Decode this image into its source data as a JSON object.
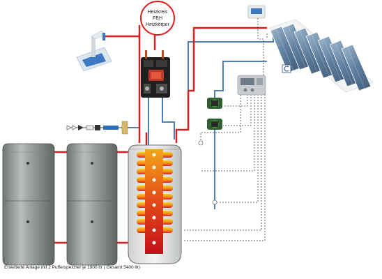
{
  "heating_circuit": {
    "line1": "Heizkreis",
    "line2": "FBH",
    "line3": "Heizkörper"
  },
  "caption": "Erweiterte Anlage mit 2 Pufferspeicher je 1800 ltr ( Gesamt 5400 ltr)",
  "colors": {
    "flow": "#e21a1a",
    "return": "#4f7fb3",
    "signal": "#3a3a3a",
    "tank": "#8f9590",
    "tank_highlight": "#c8ccc9",
    "heat_exchanger": "#f2c21a",
    "heat_core": "#d81d1d"
  },
  "icons": {
    "tap": "tap-icon",
    "thermostat": "room-thermostat-icon",
    "collector": "solar-collector-icon",
    "controller": "solar-controller-icon",
    "pump_group": "pump-station-icon",
    "circulation_pump": "circulation-pump-icon",
    "cold_water_inlet": "cold-water-inlet-icon",
    "ce_mark": "ce-mark-icon"
  }
}
